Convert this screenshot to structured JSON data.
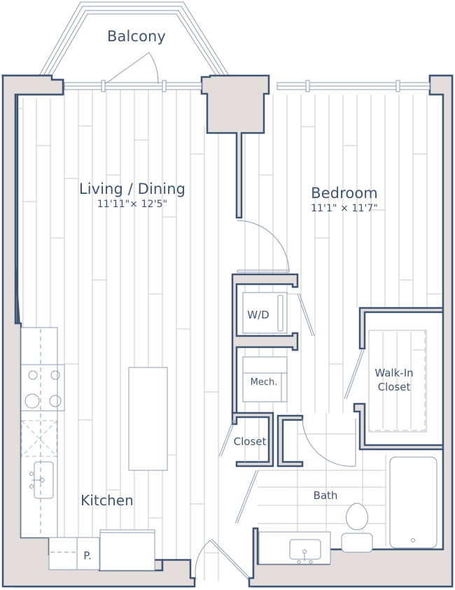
{
  "colors": {
    "wall_outline": "#3d5573",
    "wall_fill": "#e3dedb",
    "floor_line": "#c4c4c4",
    "fixture_line": "#8a9bb3",
    "text": "#3d5573",
    "background": "#ffffff"
  },
  "rooms": {
    "balcony": {
      "label": "Balcony"
    },
    "living_dining": {
      "label": "Living / Dining",
      "dimensions": "11'11\"× 12'5\""
    },
    "bedroom": {
      "label": "Bedroom",
      "dimensions": "11'1\" × 11'7\""
    },
    "washer_dryer": {
      "label": "W/D"
    },
    "mechanical": {
      "label": "Mech."
    },
    "walk_in_closet": {
      "label_line1": "Walk-In",
      "label_line2": "Closet"
    },
    "closet": {
      "label": "Closet"
    },
    "bath": {
      "label": "Bath"
    },
    "kitchen": {
      "label": "Kitchen"
    },
    "pantry": {
      "label": "P."
    }
  }
}
